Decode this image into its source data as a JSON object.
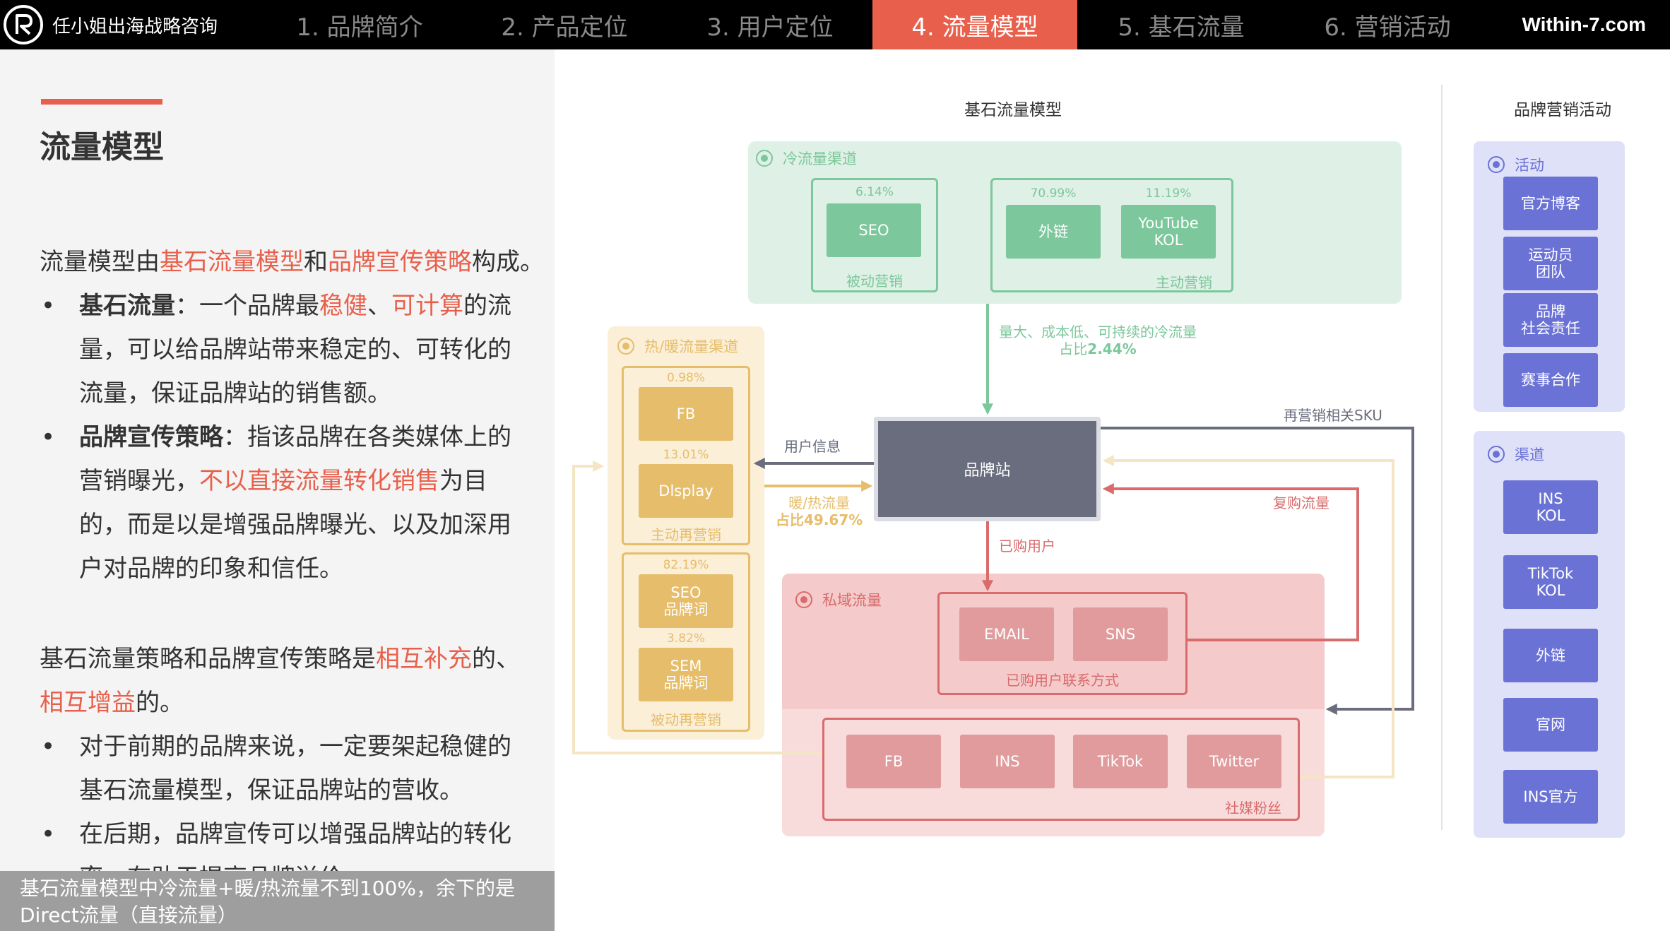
{
  "nav": {
    "brand": "任小姐出海战略咨询",
    "tabs": [
      "1. 品牌简介",
      "2. 产品定位",
      "3. 用户定位",
      "4. 流量模型",
      "5. 基石流量",
      "6. 营销活动"
    ],
    "active_index": 3,
    "site": "Within-7.com"
  },
  "left": {
    "title": "流量模型",
    "para1": {
      "a": "流量模型由",
      "b": "基石流量模型",
      "c": "和",
      "d": "品牌宣传策略",
      "e": "构成。"
    },
    "bullet1": {
      "label": "基石流量",
      "sep": "：一个品牌最",
      "h1": "稳健",
      "m": "、",
      "h2": "可计算",
      "rest": "的流量，可以给品牌站带来稳定的、可转化的流量，保证品牌站的销售额。"
    },
    "bullet2": {
      "label": "品牌宣传策略",
      "sep": "：指该品牌在各类媒体上的营销曝光，",
      "h1": "不以直接流量转化销售",
      "rest": "为目的，而是以是增强品牌曝光、以及加深用户对品牌的印象和信任。"
    },
    "para2": {
      "a": "基石流量策略和品牌宣传策略是",
      "h1": "相互补充",
      "b": "的、",
      "h2": "相互增益",
      "c": "的。"
    },
    "bullet3": "对于前期的品牌来说，一定要架起稳健的基石流量模型，保证品牌站的营收。",
    "bullet4": "在后期，品牌宣传可以增强品牌站的转化率，有助于提高品牌溢价。",
    "footer": "基石流量模型中冷流量+暖/热流量不到100%，余下的是Direct流量（直接流量）"
  },
  "diagram": {
    "title": "基石流量模型",
    "cold": {
      "label": "冷流量渠道",
      "seo_pct": "6.14%",
      "seo": "SEO",
      "passive": "被动营销",
      "ext_pct": "70.99%",
      "ext": "外链",
      "yt_pct": "11.19%",
      "yt_line1": "YouTube",
      "yt_line2": "KOL",
      "active": "主动营销"
    },
    "cold_arrow": {
      "line1": "量大、成本低、可持续的冷流量",
      "line2a": "占比",
      "line2b": "2.44%"
    },
    "warm": {
      "label": "热/暖流量渠道",
      "fb_pct": "0.98%",
      "fb": "FB",
      "display_pct": "13.01%",
      "display": "Dlsplay",
      "active": "主动再营销",
      "seo_pct": "82.19%",
      "seo_line1": "SEO",
      "seo_line2": "品牌词",
      "sem_pct": "3.82%",
      "sem_line1": "SEM",
      "sem_line2": "品牌词",
      "passive": "被动再营销"
    },
    "hub": "品牌站",
    "user_info": "用户信息",
    "warm_arrow": {
      "line1": "暖/热流量",
      "line2": "占比49.67%"
    },
    "remarketing_sku": "再营销相关SKU",
    "repurchase": "复购流量",
    "purchased": "已购用户",
    "private": {
      "label": "私域流量",
      "email": "EMAIL",
      "sns": "SNS",
      "contact": "已购用户联系方式",
      "fb": "FB",
      "ins": "INS",
      "tiktok": "TikTok",
      "twitter": "Twitter",
      "fans": "社媒粉丝"
    }
  },
  "sidebar": {
    "title": "品牌营销活动",
    "activity": {
      "label": "活动",
      "items": [
        [
          "官方博客"
        ],
        [
          "运动员",
          "团队"
        ],
        [
          "品牌",
          "社会责任"
        ],
        [
          "赛事合作"
        ]
      ]
    },
    "channel": {
      "label": "渠道",
      "items": [
        [
          "INS",
          "KOL"
        ],
        [
          "TikTok",
          "KOL"
        ],
        [
          "外链"
        ],
        [
          "官网"
        ],
        [
          "INS官方"
        ]
      ]
    }
  },
  "colors": {
    "accent": "#e8604c",
    "green": "#7cc79b",
    "yellow": "#e6bd6a",
    "red": "#d96b6c",
    "blue": "#6b72d6",
    "hub": "#6a6d7d"
  }
}
